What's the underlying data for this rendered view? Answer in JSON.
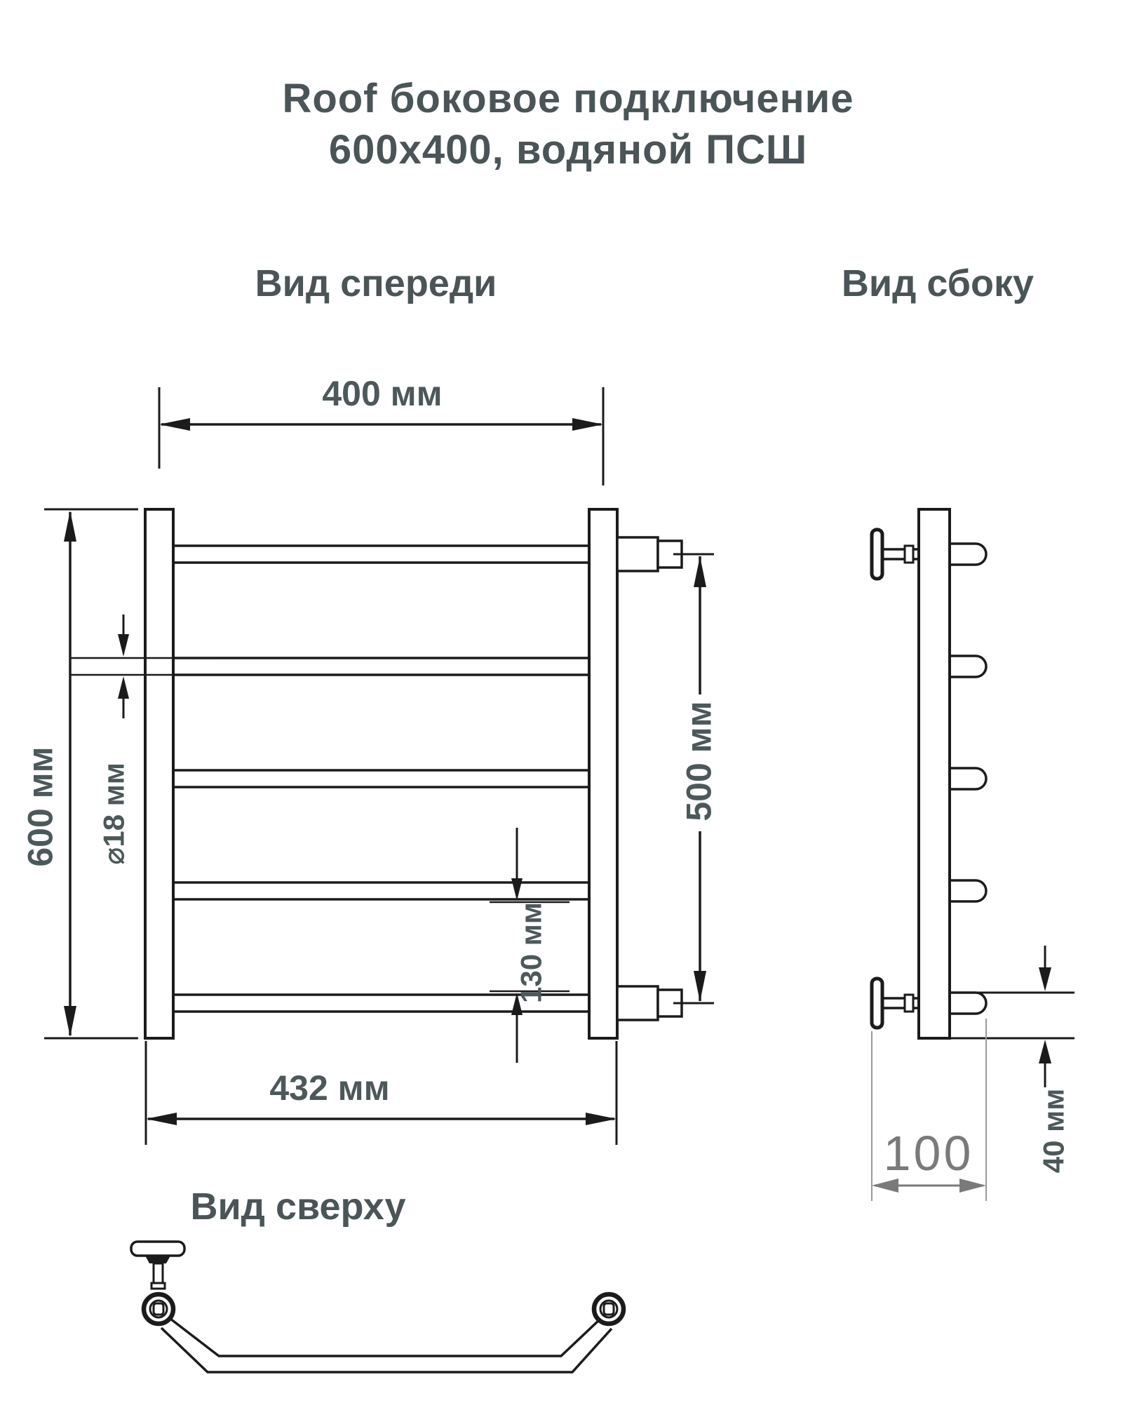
{
  "title": {
    "line1": "Roof боковое подключение",
    "line2": "600х400, водяной ПСШ"
  },
  "views": {
    "front": "Вид спереди",
    "side": "Вид сбоку",
    "top": "Вид сверху"
  },
  "dims": {
    "rail_width": "400 мм",
    "rail_height": "600 мм",
    "tube_diameter": "⌀18 мм",
    "connection_spacing": "500 мм",
    "bottom_rung_gap": "130 мм",
    "overall_width": "432 мм",
    "wall_offset": "100",
    "bottom_offset": "40 мм"
  },
  "colors": {
    "ink": "#1b1b1b",
    "label": "#4b5456",
    "muted": "#7a7a7a"
  }
}
